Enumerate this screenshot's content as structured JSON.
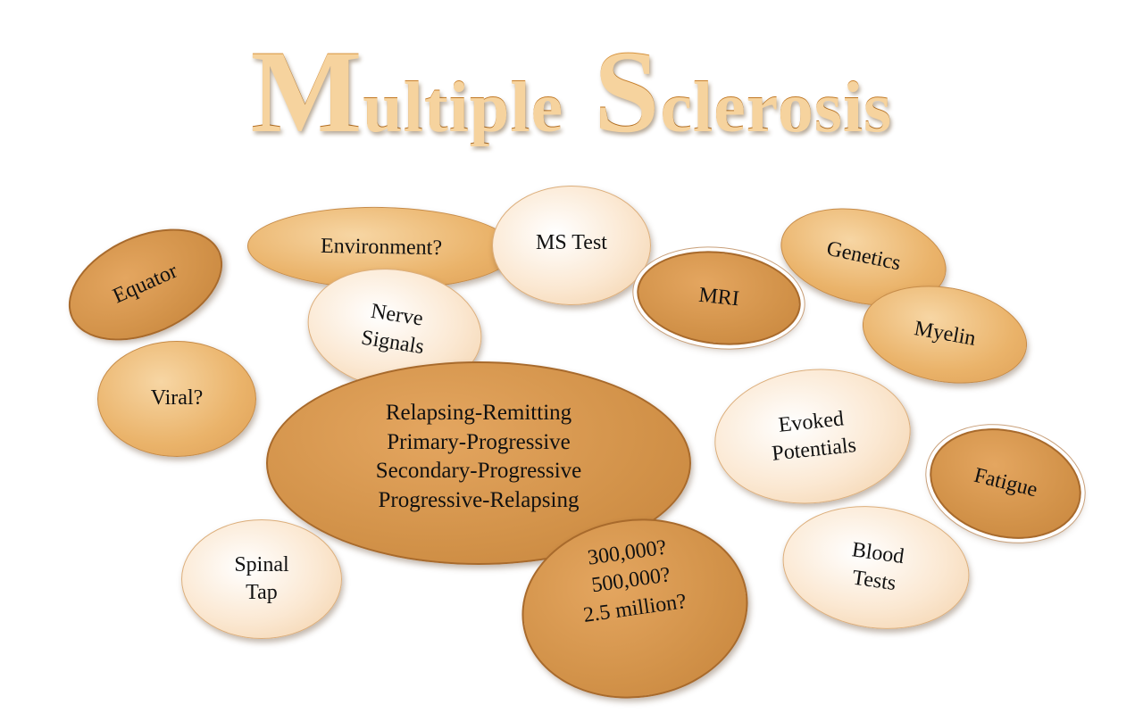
{
  "title": {
    "word1_cap": "M",
    "word1_rest": "ultiple",
    "word2_cap": "S",
    "word2_rest": "clerosis"
  },
  "nodes": {
    "environment": "Environment?",
    "ms_test": "MS Test",
    "equator": "Equator",
    "genetics": "Genetics",
    "mri": "MRI",
    "myelin": "Myelin",
    "nerve_signals": "Nerve\nSignals",
    "viral": "Viral?",
    "ms_types": "Relapsing-Remitting\nPrimary-Progressive\nSecondary-Progressive\nProgressive-Relapsing",
    "evoked_potentials": "Evoked\nPotentials",
    "fatigue": "Fatigue",
    "spinal_tap": "Spinal\nTap",
    "blood_tests": "Blood\nTests",
    "prevalence": "300,000?\n500,000?\n2.5 million?"
  },
  "colors": {
    "title": "#c9832c",
    "dark_oval": "#d29249",
    "mid_oval": "#eab36a",
    "light_oval": "#fbe8d2"
  }
}
